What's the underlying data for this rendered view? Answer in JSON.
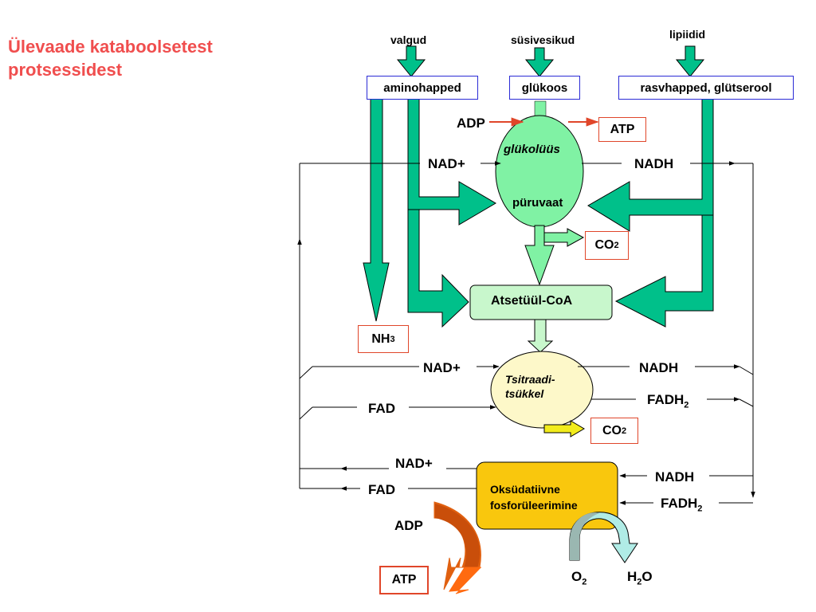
{
  "title": {
    "line1": "Ülevaade kataboolsetest",
    "line2": "protsessidest"
  },
  "sources": {
    "proteins": "valgud",
    "carbs": "süsivesikud",
    "lipids": "lipiidid"
  },
  "monomers": {
    "amino": "aminohapped",
    "glucose": "glükoos",
    "fatty": "rasvhapped, glütserool"
  },
  "glycolysis": {
    "name": "glükolüüs",
    "pyruvate": "püruvaat",
    "adp": "ADP",
    "atp": "ATP",
    "nad": "NAD+",
    "nadh": "NADH",
    "co2": "CO",
    "co2_sub": "2"
  },
  "acetyl": {
    "label": "Atsetüül-CoA"
  },
  "nh3": {
    "main": "NH",
    "sub": "3"
  },
  "tca": {
    "line1": "Tsitraadi-",
    "line2": "tsükkel",
    "nad": "NAD+",
    "nadh": "NADH",
    "fad": "FAD",
    "fadh2": "FADH",
    "fadh2_sub": "2",
    "co2": "CO",
    "co2_sub": "2"
  },
  "oxphos": {
    "line1": "Oksüdatiivne",
    "line2": "fosforüleerimine",
    "nad": "NAD+",
    "fad": "FAD",
    "nadh": "NADH",
    "fadh2": "FADH",
    "fadh2_sub": "2",
    "adp": "ADP",
    "atp": "ATP",
    "o2": "O",
    "o2_sub": "2",
    "h2o_a": "H",
    "h2o_sub": "2",
    "h2o_b": "O"
  },
  "colors": {
    "title": "#f04e4e",
    "teal_arrow": "#00c08a",
    "glyco_fill": "#80f2a4",
    "acetyl_fill": "#c8f7cc",
    "tca_fill": "#fdf8c9",
    "oxphos_fill": "#f9c70d",
    "red_arrow": "#e0462a",
    "co2_arrow": "#f2ec1c",
    "adp_arrow": "#e06010"
  }
}
